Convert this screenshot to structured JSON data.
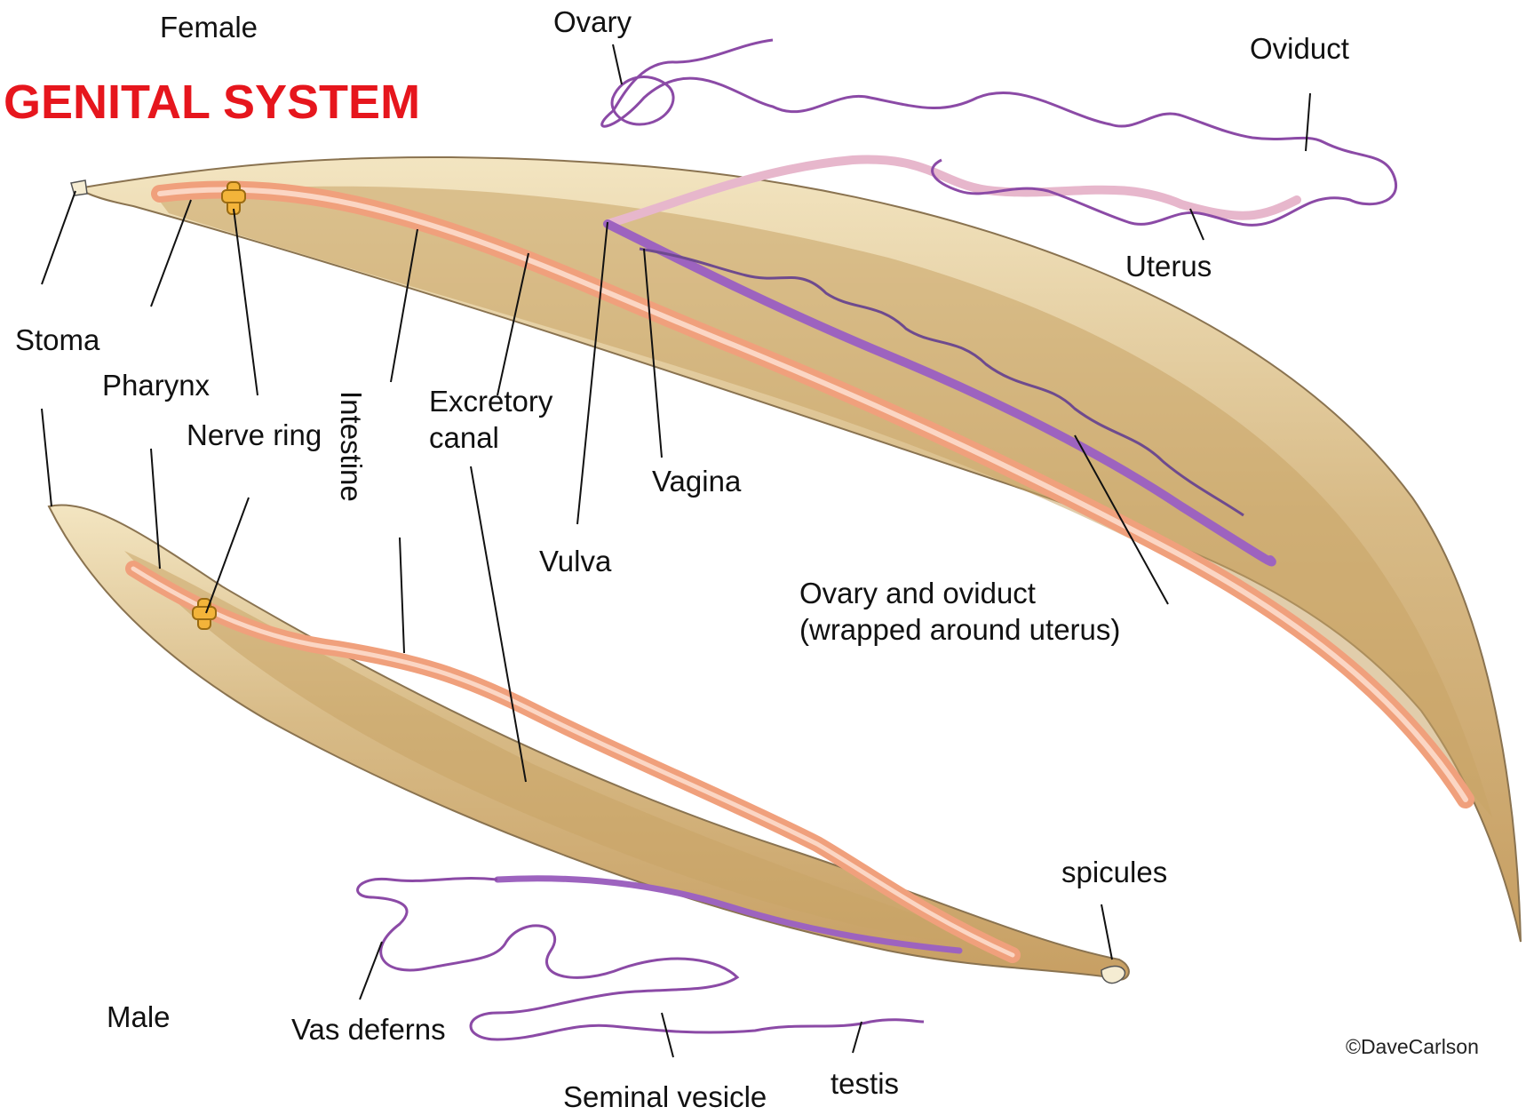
{
  "title": "GENITAL SYSTEM",
  "sections": {
    "female": "Female",
    "male": "Male"
  },
  "labels": {
    "ovary": "Ovary",
    "oviduct": "Oviduct",
    "uterus": "Uterus",
    "stoma": "Stoma",
    "pharynx": "Pharynx",
    "nerve_ring": "Nerve ring",
    "intestine": "Intestine",
    "excretory_line1": "Excretory",
    "excretory_line2": "canal",
    "vagina": "Vagina",
    "vulva": "Vulva",
    "ovary_oviduct_line1": "Ovary and oviduct",
    "ovary_oviduct_line2": "(wrapped around uterus)",
    "spicules": "spicules",
    "vas_deferens": "Vas deferns",
    "seminal_vesicle": "Seminal vesicle",
    "testis": "testis"
  },
  "copyright": "©DaveCarlson",
  "colors": {
    "title": "#e6161d",
    "body_fill": "#dcc28f",
    "body_outline": "#efe2bf",
    "intestine": "#f2a07e",
    "reproductive": "#8a4ca8",
    "nerve_ring": "#f3b43a"
  }
}
